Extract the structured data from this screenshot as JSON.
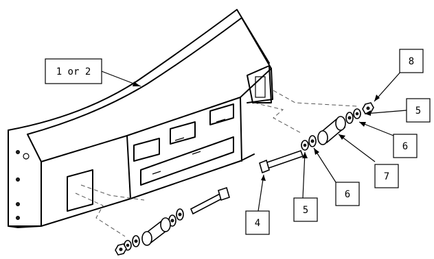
{
  "callouts": [
    {
      "id": "bumper",
      "text": "1 or 2"
    },
    {
      "id": "nut",
      "text": "8"
    },
    {
      "id": "washer-right",
      "text": "5"
    },
    {
      "id": "washer-right-outer",
      "text": "6"
    },
    {
      "id": "spacer",
      "text": "7"
    },
    {
      "id": "washer-left-inner",
      "text": "6"
    },
    {
      "id": "washer-left",
      "text": "5"
    },
    {
      "id": "bolt",
      "text": "4"
    }
  ]
}
